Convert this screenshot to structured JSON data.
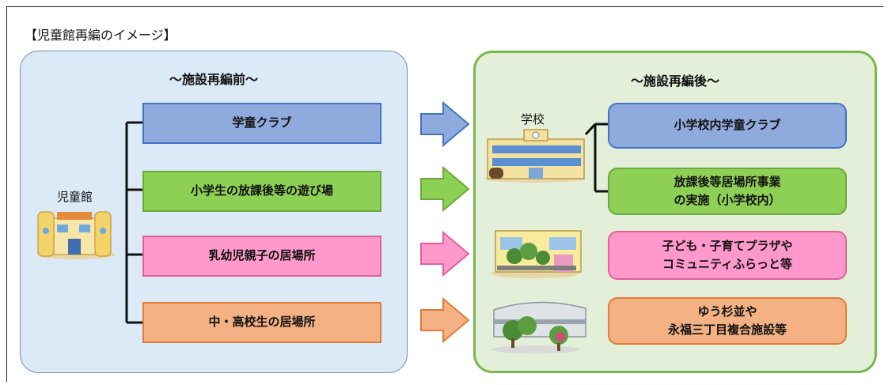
{
  "title": "【児童館再編のイメージ】",
  "before": {
    "heading": "～施設再編前～",
    "root_label": "児童館",
    "items": [
      {
        "label": "学童クラブ"
      },
      {
        "label": "小学生の放課後等の遊び場"
      },
      {
        "label": "乳幼児親子の居場所"
      },
      {
        "label": "中・高校生の居場所"
      }
    ]
  },
  "after": {
    "heading": "～施設再編後～",
    "school_label": "学校",
    "items": [
      {
        "line1": "小学校内学童クラブ",
        "line2": ""
      },
      {
        "line1": "放課後等居場所事業",
        "line2": "の実施（小学校内）"
      },
      {
        "line1": "子ども・子育てプラザや",
        "line2": "コミュニティふらっと等"
      },
      {
        "line1": "ゆう杉並や",
        "line2": "永福三丁目複合施設等"
      }
    ]
  },
  "colors": {
    "blue": "#8faadc",
    "green": "#8ecf55",
    "pink": "#ff99cc",
    "orange": "#f4b183"
  }
}
